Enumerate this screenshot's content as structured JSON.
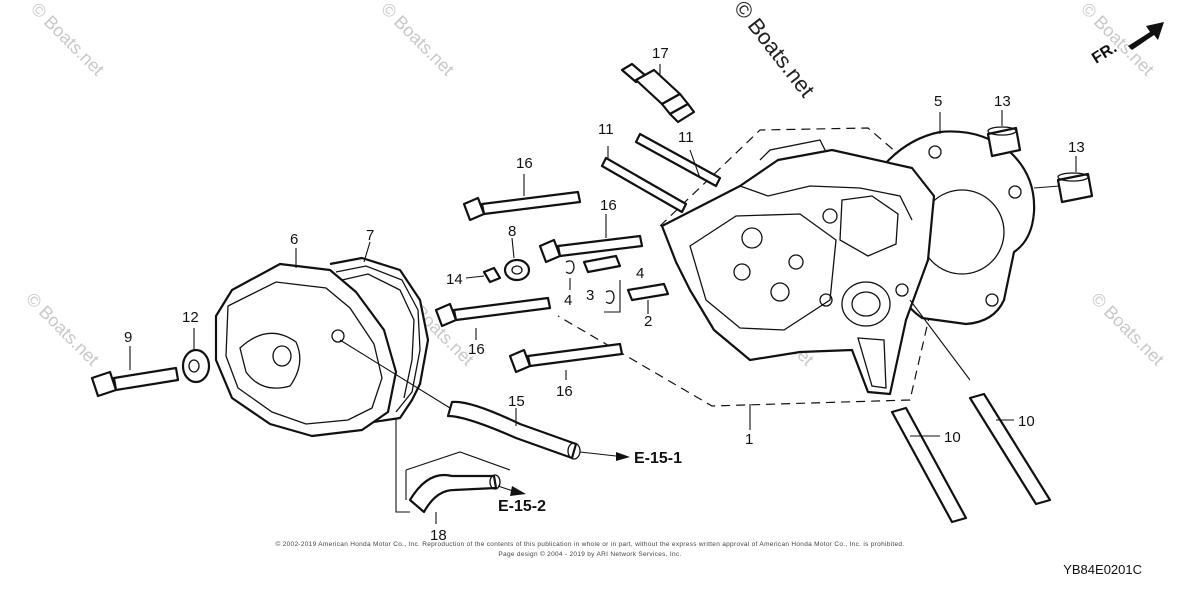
{
  "watermark": {
    "main": "© Boats.net",
    "repeat": "© Boats.net"
  },
  "direction_label": "FR.",
  "callouts": {
    "p1": "1",
    "p2": "2",
    "p3": "3",
    "p4a": "4",
    "p4b": "4",
    "p5": "5",
    "p6": "6",
    "p7": "7",
    "p8": "8",
    "p9": "9",
    "p10a": "10",
    "p10b": "10",
    "p11a": "11",
    "p11b": "11",
    "p12": "12",
    "p13a": "13",
    "p13b": "13",
    "p14": "14",
    "p15": "15",
    "p16a": "16",
    "p16b": "16",
    "p16c": "16",
    "p16d": "16",
    "p17": "17",
    "p18": "18"
  },
  "references": {
    "e151": "E-15-1",
    "e152": "E-15-2"
  },
  "copyright": {
    "line1": "© 2002-2019 American Honda Motor Co., Inc. Reproduction of the contents of this publication in whole or in part, without the express written approval of American Honda Motor Co., Inc. is prohibited.",
    "line2": "Page design © 2004 - 2019 by ARI Network Services, Inc."
  },
  "diagram_code": "YB84E0201C"
}
